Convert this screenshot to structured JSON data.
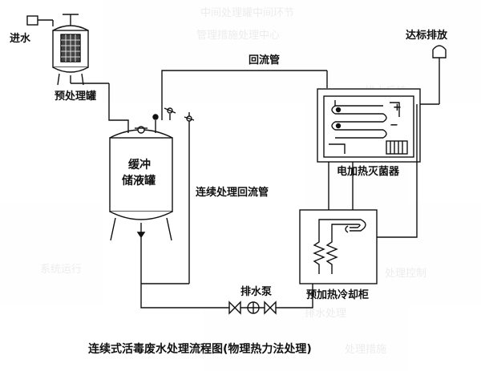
{
  "labels": {
    "inlet": "进水",
    "pretreatment_tank": "预处理罐",
    "discharge": "达标排放",
    "return_pipe": "回流管",
    "buffer_tank_line1": "缓冲",
    "buffer_tank_line2": "储液罐",
    "electric_sterilizer": "电加热灭菌器",
    "continuous_return_pipe": "连续处理回流管",
    "drain_pump": "排水泵",
    "preheat_cooler": "预加热冷却柜",
    "plus_sign": "+",
    "minus_sign": "−"
  },
  "caption": "连续式活毒废水处理流程图(物理热力法处理)"
}
